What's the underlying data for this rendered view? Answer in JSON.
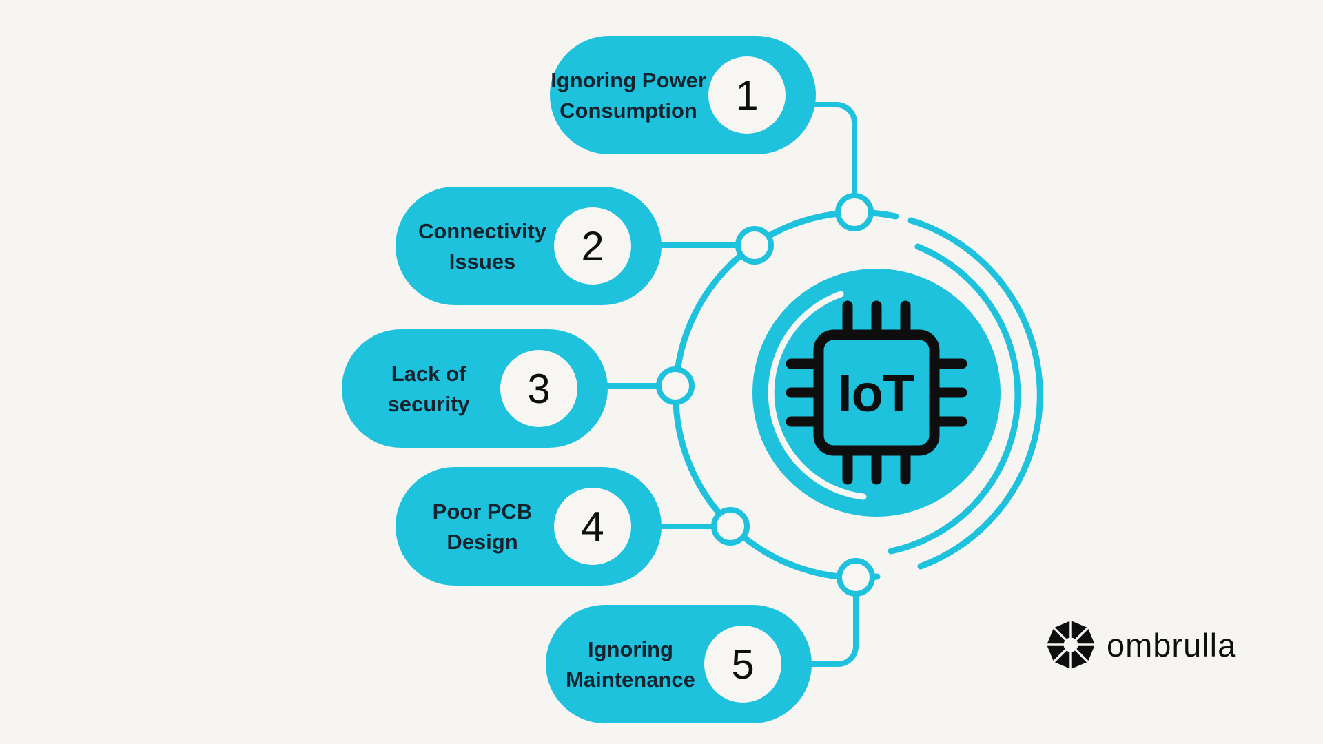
{
  "colors": {
    "cyan": "#1EC2DD",
    "background": "#F7F5F2",
    "circle_fill": "#F8F6F3",
    "pill_text": "#14232E",
    "black": "#0E0E0E"
  },
  "hub": {
    "label": "IoT",
    "icon": "microchip-icon"
  },
  "items": [
    {
      "number": "1",
      "label_line1": "Ignoring Power",
      "label_line2": "Consumption"
    },
    {
      "number": "2",
      "label_line1": "Connectivity",
      "label_line2": "Issues"
    },
    {
      "number": "3",
      "label_line1": "Lack of",
      "label_line2": "security"
    },
    {
      "number": "4",
      "label_line1": "Poor PCB",
      "label_line2": "Design"
    },
    {
      "number": "5",
      "label_line1": "Ignoring",
      "label_line2": "Maintenance"
    }
  ],
  "logo": {
    "brand": "ombrulla",
    "icon": "octagon-umbrella-icon"
  }
}
